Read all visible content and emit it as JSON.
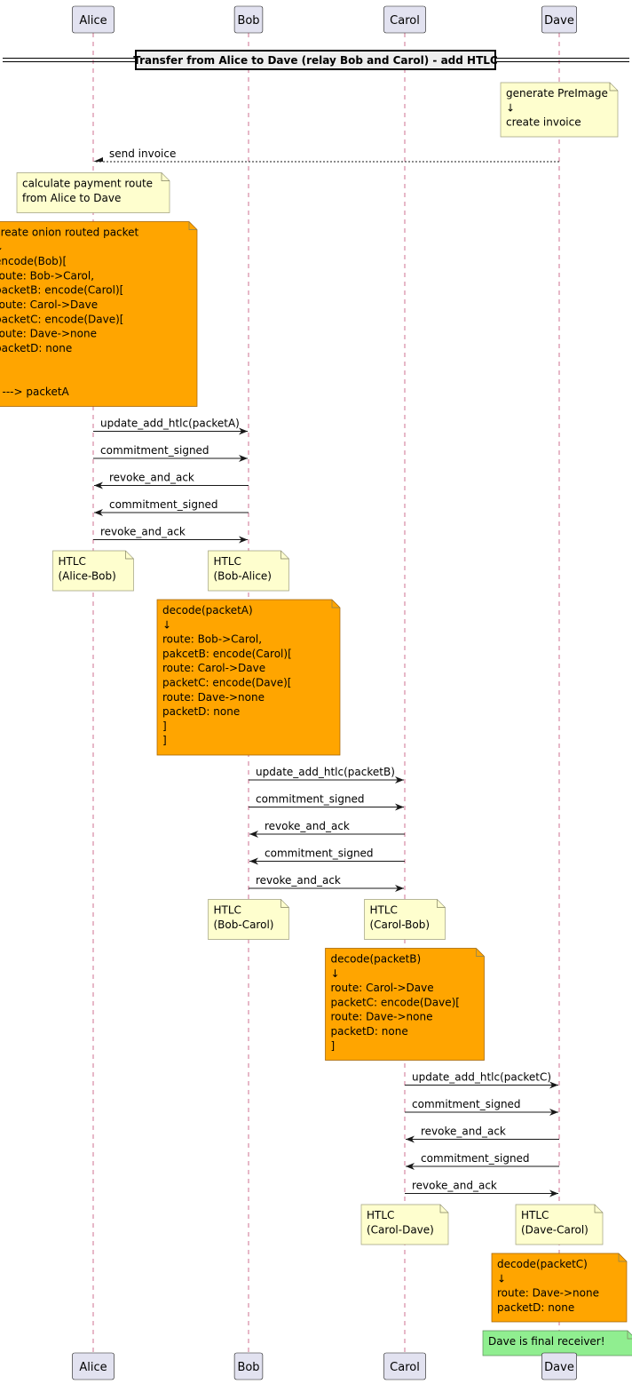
{
  "participants": [
    "Alice",
    "Bob",
    "Carol",
    "Dave"
  ],
  "divider": "Transfer from Alice to Dave (relay Bob and Carol) - add HTLC",
  "colors": {
    "participant_fill": "#e2e2f0",
    "lifeline": "#a80036",
    "note_yellow": "#fefece",
    "note_orange": "#ffa500",
    "note_green": "#90ee90"
  },
  "events": [
    {
      "kind": "note",
      "over": "Dave",
      "color": "yellow",
      "lines": [
        "generate PreImage",
        "   ↓",
        "create invoice"
      ]
    },
    {
      "kind": "message",
      "from": "Dave",
      "to": "Alice",
      "style": "dotted",
      "label": "send invoice"
    },
    {
      "kind": "note",
      "over": "Alice",
      "color": "yellow",
      "lines": [
        "calculate payment route",
        "from Alice to Dave"
      ]
    },
    {
      "kind": "note",
      "over": "Alice",
      "color": "orange",
      "lines": [
        "create onion routed packet",
        "   ↓",
        "encode(Bob)[",
        "    route:    Bob->Carol,",
        "    packetB: encode(Carol)[",
        "        route:    Carol->Dave",
        "        packetC: encode(Dave)[",
        "            route:    Dave->none",
        "            packetD: none",
        "        ]",
        "    ]",
        "] ---> packetA"
      ]
    },
    {
      "kind": "message",
      "from": "Alice",
      "to": "Bob",
      "label": "update_add_htlc(packetA)"
    },
    {
      "kind": "message",
      "from": "Alice",
      "to": "Bob",
      "label": "commitment_signed"
    },
    {
      "kind": "message",
      "from": "Bob",
      "to": "Alice",
      "label": "revoke_and_ack"
    },
    {
      "kind": "message",
      "from": "Bob",
      "to": "Alice",
      "label": "commitment_signed"
    },
    {
      "kind": "message",
      "from": "Alice",
      "to": "Bob",
      "label": "revoke_and_ack"
    },
    {
      "kind": "notepair",
      "notes": [
        {
          "over": "Alice",
          "color": "yellow",
          "lines": [
            "HTLC",
            "(Alice-Bob)"
          ]
        },
        {
          "over": "Bob",
          "color": "yellow",
          "lines": [
            "HTLC",
            "(Bob-Alice)"
          ]
        }
      ]
    },
    {
      "kind": "note",
      "over": "Bob",
      "color": "orange",
      "lines": [
        "decode(packetA)",
        "   ↓",
        "route:  Bob->Carol,",
        "pakcetB:   encode(Carol)[",
        "    route:    Carol->Dave",
        "    packetC: encode(Dave)[",
        "        route:    Dave->none",
        "        packetD: none",
        "    ]",
        "]"
      ]
    },
    {
      "kind": "message",
      "from": "Bob",
      "to": "Carol",
      "label": "update_add_htlc(packetB)"
    },
    {
      "kind": "message",
      "from": "Bob",
      "to": "Carol",
      "label": "commitment_signed"
    },
    {
      "kind": "message",
      "from": "Carol",
      "to": "Bob",
      "label": "revoke_and_ack"
    },
    {
      "kind": "message",
      "from": "Carol",
      "to": "Bob",
      "label": "commitment_signed"
    },
    {
      "kind": "message",
      "from": "Bob",
      "to": "Carol",
      "label": "revoke_and_ack"
    },
    {
      "kind": "notepair",
      "notes": [
        {
          "over": "Bob",
          "color": "yellow",
          "lines": [
            "HTLC",
            "(Bob-Carol)"
          ]
        },
        {
          "over": "Carol",
          "color": "yellow",
          "lines": [
            "HTLC",
            "(Carol-Bob)"
          ]
        }
      ]
    },
    {
      "kind": "note",
      "over": "Carol",
      "color": "orange",
      "lines": [
        "decode(packetB)",
        "   ↓",
        "route:    Carol->Dave",
        "packetC: encode(Dave)[",
        "    route:    Dave->none",
        "    packetD: none",
        "]"
      ]
    },
    {
      "kind": "message",
      "from": "Carol",
      "to": "Dave",
      "label": "update_add_htlc(packetC)"
    },
    {
      "kind": "message",
      "from": "Carol",
      "to": "Dave",
      "label": "commitment_signed"
    },
    {
      "kind": "message",
      "from": "Dave",
      "to": "Carol",
      "label": "revoke_and_ack"
    },
    {
      "kind": "message",
      "from": "Dave",
      "to": "Carol",
      "label": "commitment_signed"
    },
    {
      "kind": "message",
      "from": "Carol",
      "to": "Dave",
      "label": "revoke_and_ack"
    },
    {
      "kind": "notepair",
      "notes": [
        {
          "over": "Carol",
          "color": "yellow",
          "lines": [
            "HTLC",
            "(Carol-Dave)"
          ]
        },
        {
          "over": "Dave",
          "color": "yellow",
          "lines": [
            "HTLC",
            "(Dave-Carol)"
          ]
        }
      ]
    },
    {
      "kind": "note",
      "over": "Dave",
      "color": "orange",
      "lines": [
        "decode(packetC)",
        "   ↓",
        "route:    Dave->none",
        "packetD: none"
      ]
    },
    {
      "kind": "note",
      "over": "Dave",
      "color": "green",
      "lines": [
        "Dave is final receiver!"
      ]
    }
  ]
}
